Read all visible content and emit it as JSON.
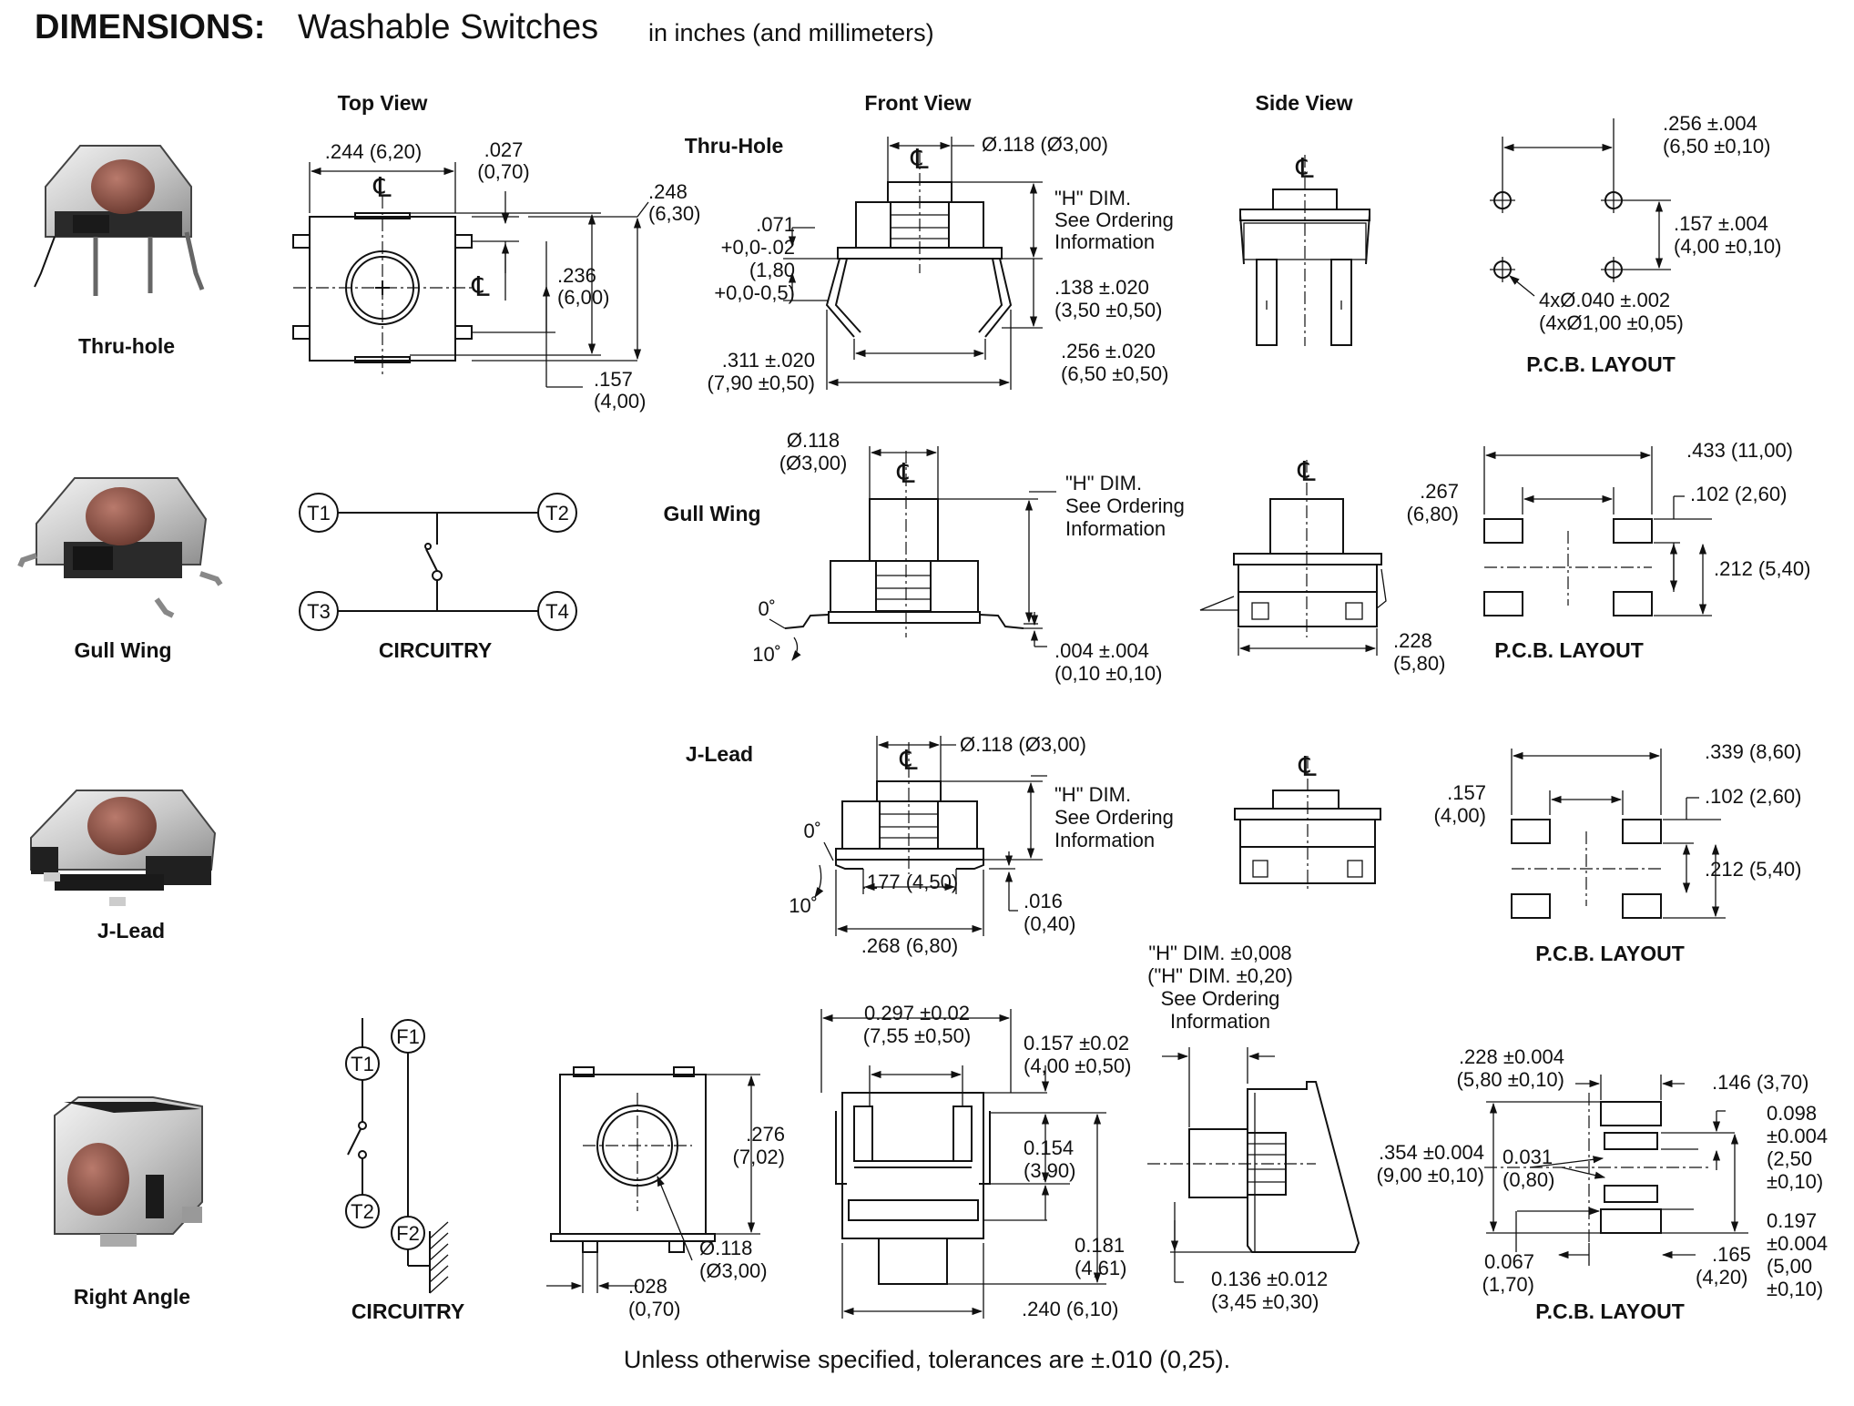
{
  "header": {
    "title_bold": "DIMENSIONS:",
    "title_rest": "Washable Switches",
    "units": "in inches (and millimeters)"
  },
  "columns": {
    "top_view": "Top View",
    "front_view": "Front View",
    "side_view": "Side View"
  },
  "photos": {
    "thru_hole": "Thru-hole",
    "gull_wing": "Gull Wing",
    "j_lead": "J-Lead",
    "right_angle": "Right Angle"
  },
  "styles": {
    "thru_hole": "Thru-Hole",
    "gull_wing": "Gull Wing",
    "j_lead": "J-Lead"
  },
  "centerline_symbol": "℄",
  "thru": {
    "top": {
      "w": ".244 (6,20)",
      "notch_in": ".027",
      "notch_mm": "(0,70)",
      "h_in": ".248",
      "h_mm": "(6,30)",
      "body_in": ".236",
      "body_mm": "(6,00)",
      "pin_in": ".157",
      "pin_mm": "(4,00)"
    },
    "front": {
      "dia": "Ø.118 (Ø3,00)",
      "tol1": ".071",
      "tol2": "+0,0-.02",
      "tol3": "(1,80",
      "tol4": "+0,0-0,5)",
      "hdim1": "\"H\" DIM.",
      "hdim2": "See Ordering",
      "hdim3": "Information",
      "leg_in": ".138 ±.020",
      "leg_mm": "(3,50 ±0,50)",
      "inner_in": ".256 ±.020",
      "inner_mm": "(6,50 ±0,50)",
      "outer_in": ".311 ±.020",
      "outer_mm": "(7,90 ±0,50)"
    },
    "pcb": {
      "w_in": ".256 ±.004",
      "w_mm": "(6,50 ±0,10)",
      "h_in": ".157 ±.004",
      "h_mm": "(4,00 ±0,10)",
      "hole_in": "4xØ.040 ±.002",
      "hole_mm": "(4xØ1,00 ±0,05)",
      "label": "P.C.B. LAYOUT"
    }
  },
  "circuitry": {
    "t1": "T1",
    "t2": "T2",
    "t3": "T3",
    "t4": "T4",
    "label": "CIRCUITRY"
  },
  "gull": {
    "front": {
      "dia_in": "Ø.118",
      "dia_mm": "(Ø3,00)",
      "hdim1": "\"H\" DIM.",
      "hdim2": "See Ordering",
      "hdim3": "Information",
      "ang0": "0˚",
      "ang10": "10˚",
      "thick_in": ".004 ±.004",
      "thick_mm": "(0,10 ±0,10)"
    },
    "side": {
      "w_in": ".228",
      "w_mm": "(5,80)"
    },
    "pcb": {
      "w": ".433 (11,00)",
      "inner_in": ".267",
      "inner_mm": "(6,80)",
      "pad": ".102 (2,60)",
      "gap": ".212 (5,40)",
      "label": "P.C.B. LAYOUT"
    }
  },
  "jlead": {
    "front": {
      "dia": "Ø.118 (Ø3,00)",
      "hdim1": "\"H\" DIM.",
      "hdim2": "See Ordering",
      "hdim3": "Information",
      "ang0": "0˚",
      "ang10": "10˚",
      "inner": ".177 (4,50)",
      "lead_in": ".016",
      "lead_mm": "(0,40)",
      "outer": ".268 (6,80)"
    },
    "pcb": {
      "w": ".339 (8,60)",
      "inner_in": ".157",
      "inner_mm": "(4,00)",
      "pad": ".102 (2,60)",
      "gap": ".212 (5,40)",
      "label": "P.C.B. LAYOUT"
    }
  },
  "right_angle": {
    "circuit": {
      "f1": "F1",
      "f2": "F2",
      "t1": "T1",
      "t2": "T2",
      "label": "CIRCUITRY"
    },
    "top": {
      "h_in": ".276",
      "h_mm": "(7,02)",
      "dia_in": "Ø.118",
      "dia_mm": "(Ø3,00)",
      "pin_in": ".028",
      "pin_mm": "(0,70)"
    },
    "front": {
      "w_in": "0.297 ±0.02",
      "w_mm": "(7,55 ±0,50)",
      "a_in": "0.157 ±0.02",
      "a_mm": "(4,00 ±0,50)",
      "b_in": "0.154",
      "b_mm": "(3,90)",
      "c_in": "0.181",
      "c_mm": "(4,61)",
      "base": ".240 (6,10)"
    },
    "side": {
      "h1": "\"H\" DIM. ±0,008",
      "h2": "(\"H\" DIM. ±0,20)",
      "h3": "See Ordering",
      "h4": "Information",
      "d_in": "0.136 ±0.012",
      "d_mm": "(3,45 ±0,30)"
    },
    "pcb": {
      "a_in": ".228 ±0.004",
      "a_mm": "(5,80 ±0,10)",
      "pad_w": ".146 (3,70)",
      "p1_in": "0.098",
      "p1_tol": "±0.004",
      "p1_mm1": "(2,50",
      "p1_mm2": "±0,10)",
      "h_in": ".354 ±0.004",
      "h_mm": "(9,00 ±0,10)",
      "gap_in": "0.031",
      "gap_mm": "(0,80)",
      "p2_in": "0.197",
      "p2_tol": "±0.004",
      "p2_mm1": "(5,00",
      "p2_mm2": "±0,10)",
      "off_in": "0.067",
      "off_mm": "(1,70)",
      "s_in": ".165",
      "s_mm": "(4,20)",
      "label": "P.C.B. LAYOUT"
    }
  },
  "footer": "Unless otherwise specified, tolerances are ±.010 (0,25)."
}
